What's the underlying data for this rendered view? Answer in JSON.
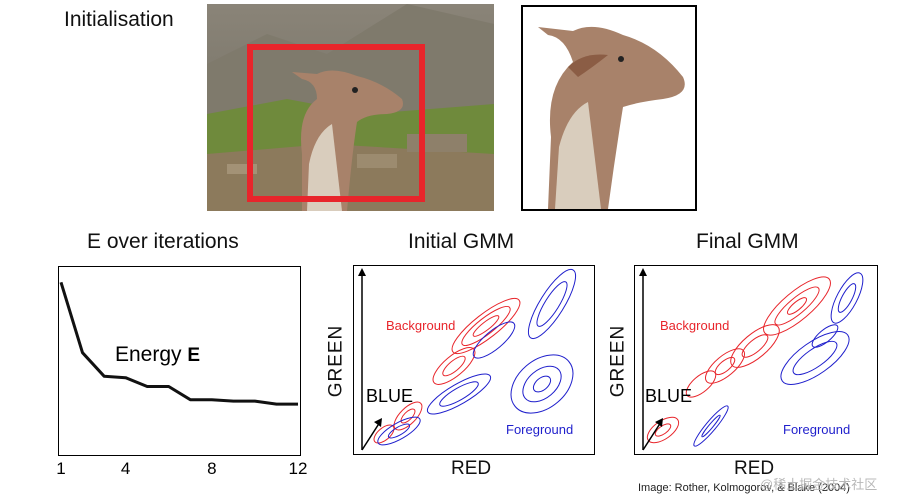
{
  "init_title": "Initialisation",
  "energy_title": "E over iterations",
  "initial_gmm_title": "Initial GMM",
  "final_gmm_title": "Final GMM",
  "energy_label": "Energy ",
  "energy_symbol": "E",
  "axis_labels": {
    "green": "GREEN",
    "red": "RED",
    "blue": "BLUE"
  },
  "legend": {
    "background": "Background",
    "foreground": "Foreground"
  },
  "colors": {
    "background": "#e8252b",
    "foreground": "#1f1fcc",
    "box": "#e8252b"
  },
  "credit": "Image: Rother, Kolmogorov, & Blake (2004)",
  "watermark": "@稀土掘金技术社区",
  "chart_data": {
    "type": "line",
    "title": "E over iterations",
    "x_ticks": [
      "1",
      "4",
      "8",
      "12"
    ],
    "x": [
      1,
      2,
      3,
      4,
      5,
      6,
      7,
      8,
      9,
      10,
      11,
      12
    ],
    "values": [
      1.0,
      0.52,
      0.36,
      0.35,
      0.29,
      0.29,
      0.2,
      0.2,
      0.19,
      0.19,
      0.17,
      0.17
    ],
    "xlim": [
      1,
      12
    ],
    "ylim": [
      0,
      1.05
    ]
  }
}
